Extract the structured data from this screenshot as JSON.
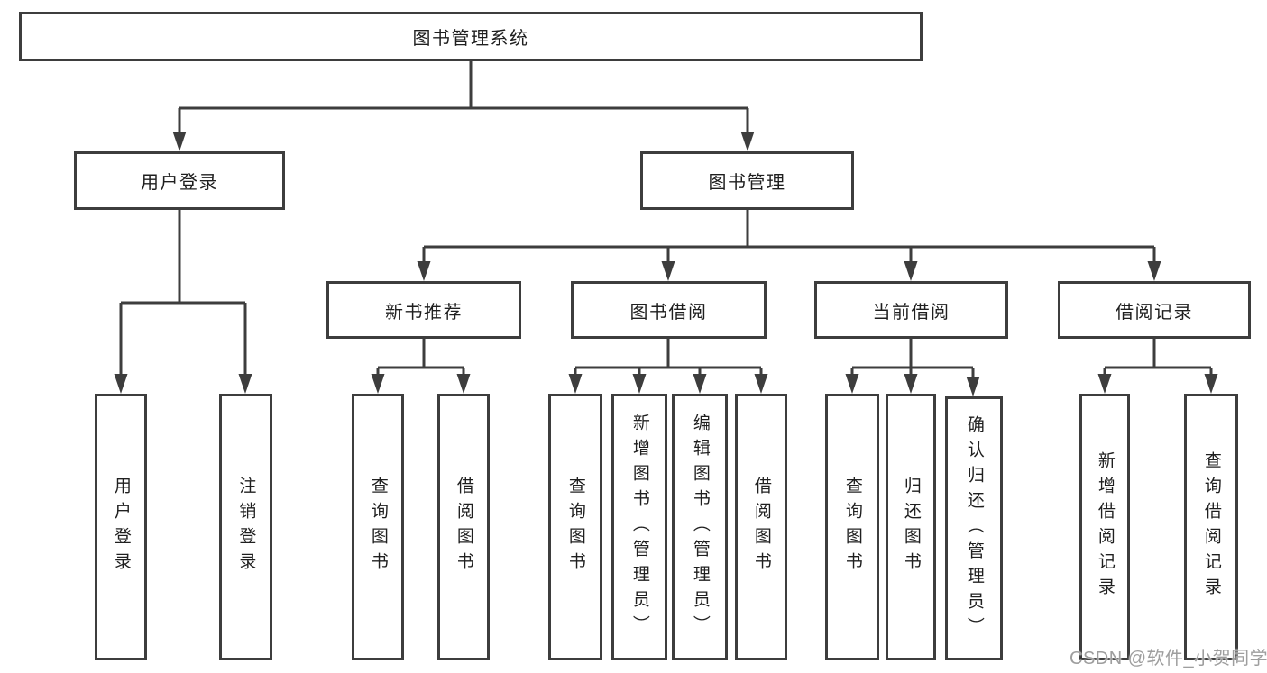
{
  "diagram_title": "图书管理系统",
  "nodes": {
    "root": "图书管理系统",
    "user_login": "用户登录",
    "book_mgmt": "图书管理",
    "new_book_rec": "新书推荐",
    "book_borrow": "图书借阅",
    "current_borrow": "当前借阅",
    "borrow_records": "借阅记录",
    "leaf_user_login": "用户登录",
    "leaf_logout": "注销登录",
    "leaf_query_books_rec": "查询图书",
    "leaf_borrow_books_rec": "借阅图书",
    "leaf_query_books_borrow": "查询图书",
    "leaf_add_books_admin": "新增图书（管理员）",
    "leaf_edit_books_admin": "编辑图书（管理员）",
    "leaf_borrow_books_borrow": "借阅图书",
    "leaf_query_books_current": "查询图书",
    "leaf_return_books": "归还图书",
    "leaf_confirm_return_admin": "确认归还（管理员）",
    "leaf_add_borrow_record": "新增借阅记录",
    "leaf_query_borrow_record": "查询借阅记录"
  },
  "hierarchy": {
    "图书管理系统": [
      "用户登录",
      "图书管理"
    ],
    "用户登录": [
      "用户登录",
      "注销登录"
    ],
    "图书管理": [
      "新书推荐",
      "图书借阅",
      "当前借阅",
      "借阅记录"
    ],
    "新书推荐": [
      "查询图书",
      "借阅图书"
    ],
    "图书借阅": [
      "查询图书",
      "新增图书（管理员）",
      "编辑图书（管理员）",
      "借阅图书"
    ],
    "当前借阅": [
      "查询图书",
      "归还图书",
      "确认归还（管理员）"
    ],
    "借阅记录": [
      "新增借阅记录",
      "查询借阅记录"
    ]
  },
  "watermark": "CSDN @软件_小贺同学",
  "colors": {
    "line": "#3d3d3d",
    "text": "#1f1f1f",
    "watermark": "#9e9e9e",
    "background": "#ffffff"
  }
}
